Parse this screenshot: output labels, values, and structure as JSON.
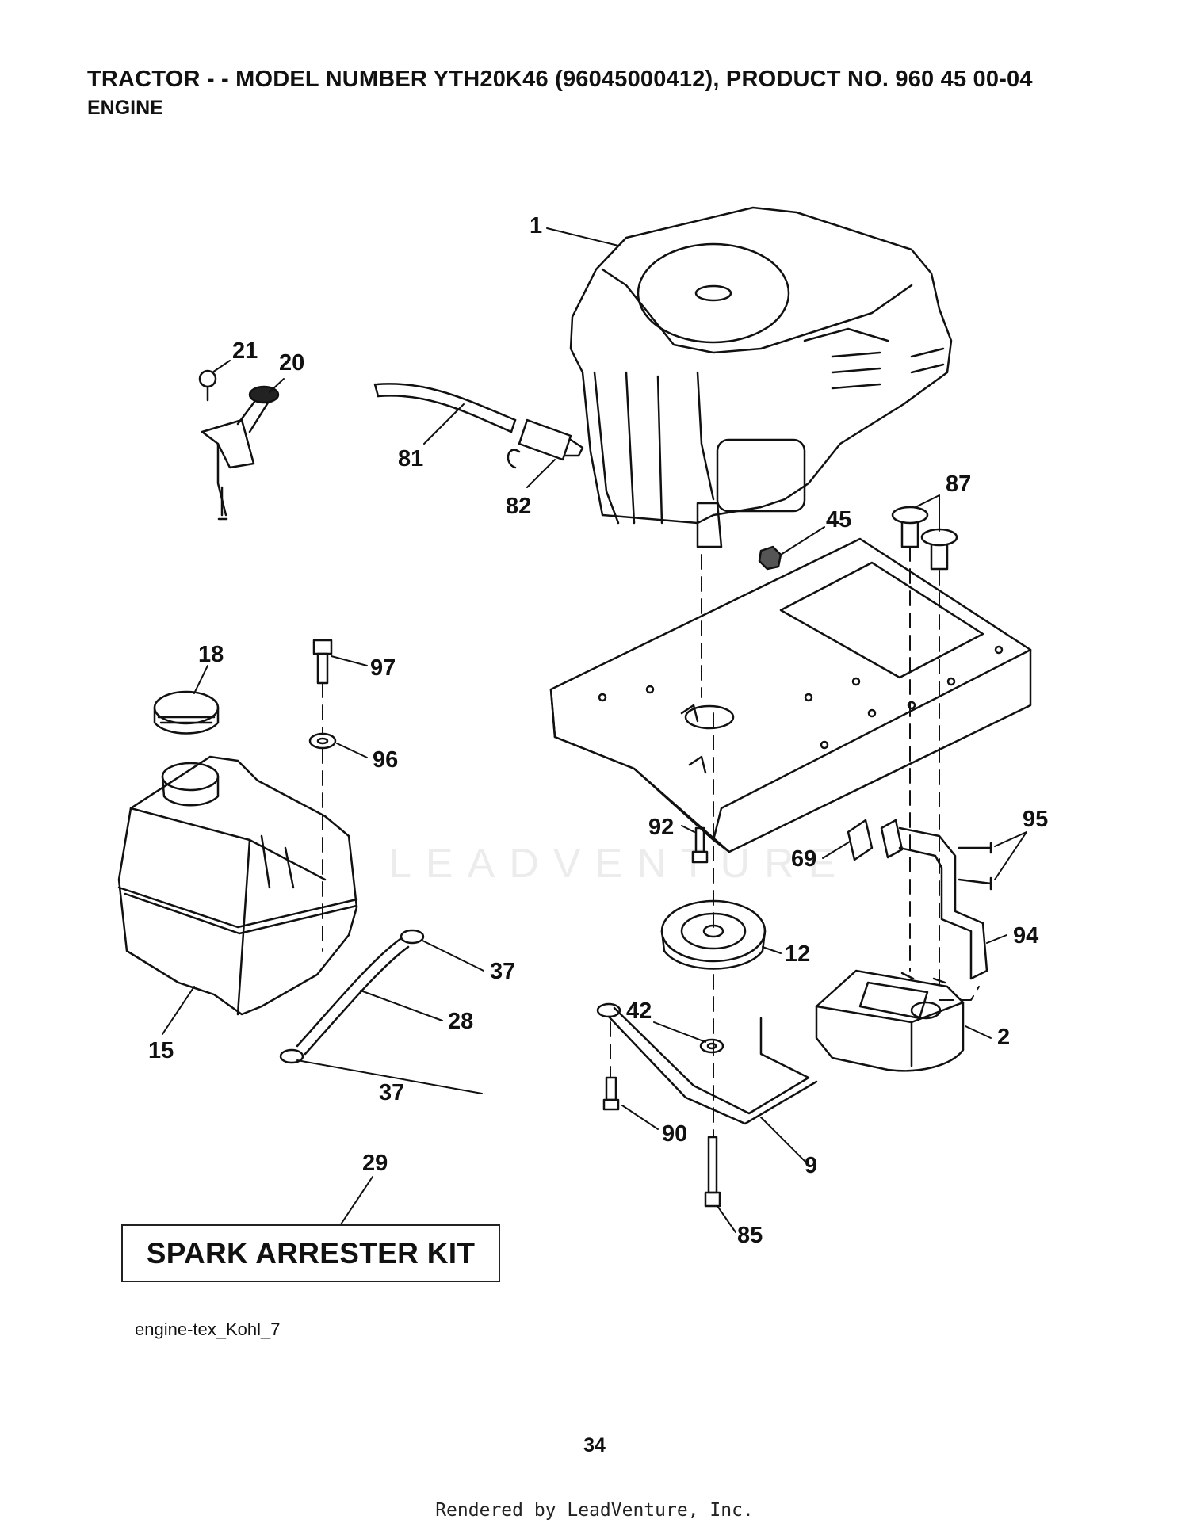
{
  "header": {
    "title": "TRACTOR - - MODEL NUMBER YTH20K46 (96045000412), PRODUCT NO. 960 45 00-04",
    "subtitle": "ENGINE"
  },
  "watermark": "LEADVENTURE",
  "callouts": [
    "1",
    "21",
    "20",
    "81",
    "82",
    "45",
    "87",
    "18",
    "97",
    "96",
    "92",
    "95",
    "69",
    "94",
    "12",
    "37",
    "28",
    "15",
    "42",
    "2",
    "90",
    "9",
    "85",
    "29"
  ],
  "kit_label": "SPARK ARRESTER KIT",
  "diagram_id": "engine-tex_Kohl_7",
  "page_number": "34",
  "footer": "Rendered by LeadVenture, Inc.",
  "icons": [
    "engine-icon",
    "fuel-tank-icon",
    "fuel-cap-icon",
    "engine-plate-icon",
    "pulley-icon",
    "muffler-icon",
    "exhaust-pipe-icon",
    "fuel-line-icon",
    "fuel-filter-icon",
    "throttle-control-icon",
    "bolt-icon",
    "washer-icon",
    "clamp-icon",
    "bracket-icon"
  ]
}
